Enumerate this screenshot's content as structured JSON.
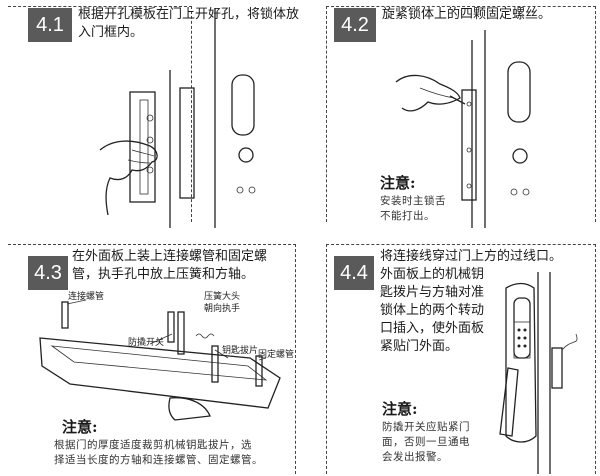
{
  "steps": [
    {
      "badge": "4.1",
      "text": "根据开孔模板在门上开好孔，将锁体放入门框内。"
    },
    {
      "badge": "4.2",
      "text": "旋紧锁体上的四颗固定螺丝。",
      "note_title": "注意:",
      "note_lines": [
        "安装时主锁舌",
        "不能打出。"
      ]
    },
    {
      "badge": "4.3",
      "text_lines": [
        "在外面板上装上连接螺管和固定螺",
        "管，执手孔中放上压簧和方轴。"
      ],
      "labels": {
        "connect_tube": "连接螺管",
        "spring": [
          "压簧大头",
          "朝向执手"
        ],
        "anti_pry": "防撬开关",
        "key_plate": "钥匙拔片",
        "fix_tube": "固定螺管"
      },
      "note_title": "注意:",
      "note_lines": [
        "根据门的厚度适度裁剪机械钥匙拔片，选",
        "择适当长度的方轴和连接螺管、固定螺管。"
      ]
    },
    {
      "badge": "4.4",
      "text_lines": [
        "将连接线穿过门上方的过线口。",
        "外面板上的机械钥",
        "匙拨片与方轴对准",
        "锁体上的两个转动",
        "口插入，使外面板",
        "紧贴门外面。"
      ],
      "note_title": "注意:",
      "note_lines": [
        "防撬开关应贴紧门",
        "面，否则一旦通电",
        "会发出报警。"
      ]
    }
  ]
}
